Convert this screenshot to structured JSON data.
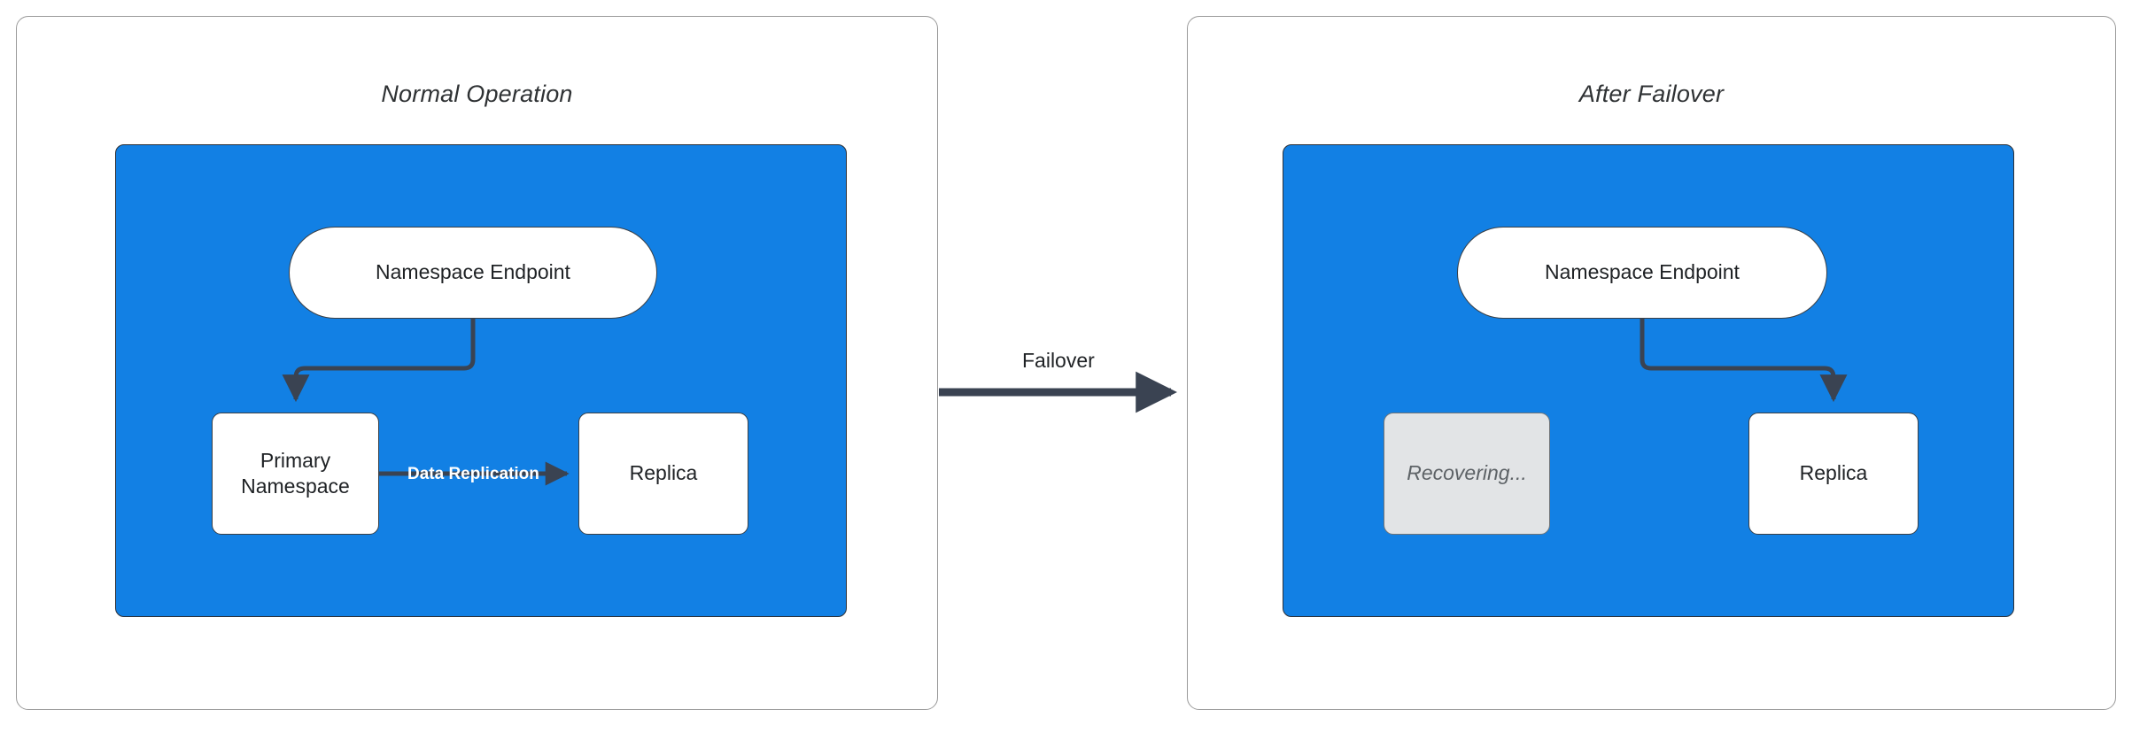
{
  "diagram": {
    "kind": "failover-architecture-diagram",
    "background_color": "#ffffff",
    "accent_blue": "#1280e4",
    "stroke_dark": "#3a3f45",
    "ghost_fill": "#e2e4e6",
    "panels": [
      {
        "id": "normal-operation",
        "title": "Normal Operation",
        "nodes": [
          {
            "id": "endpoint-left",
            "label": "Namespace Endpoint",
            "shape": "pill",
            "state": "active"
          },
          {
            "id": "primary-left",
            "label": "Primary\nNamespace",
            "shape": "rect",
            "state": "active"
          },
          {
            "id": "replica-left",
            "label": "Replica",
            "shape": "rect",
            "state": "active"
          }
        ],
        "edges": [
          {
            "id": "endpoint-to-primary",
            "from": "endpoint-left",
            "to": "primary-left",
            "label": ""
          },
          {
            "id": "primary-to-replica",
            "from": "primary-left",
            "to": "replica-left",
            "label": "Data Replication"
          }
        ]
      },
      {
        "id": "after-failover",
        "title": "After Failover",
        "nodes": [
          {
            "id": "endpoint-right",
            "label": "Namespace Endpoint",
            "shape": "pill",
            "state": "active"
          },
          {
            "id": "recovering",
            "label": "Recovering...",
            "shape": "rect",
            "state": "recovering"
          },
          {
            "id": "replica-right",
            "label": "Replica",
            "shape": "rect",
            "state": "active"
          }
        ],
        "edges": [
          {
            "id": "endpoint-to-replica",
            "from": "endpoint-right",
            "to": "replica-right",
            "label": ""
          }
        ]
      }
    ],
    "transition": {
      "id": "failover-transition",
      "label": "Failover",
      "from_panel": "normal-operation",
      "to_panel": "after-failover",
      "direction": "right"
    }
  },
  "labels": {
    "panel_left_title": "Normal Operation",
    "panel_right_title": "After Failover",
    "endpoint_left": "Namespace Endpoint",
    "endpoint_right": "Namespace Endpoint",
    "primary_line1": "Primary",
    "primary_line2": "Namespace",
    "replica_left": "Replica",
    "replica_right": "Replica",
    "recovering": "Recovering...",
    "data_replication": "Data Replication",
    "failover": "Failover"
  }
}
